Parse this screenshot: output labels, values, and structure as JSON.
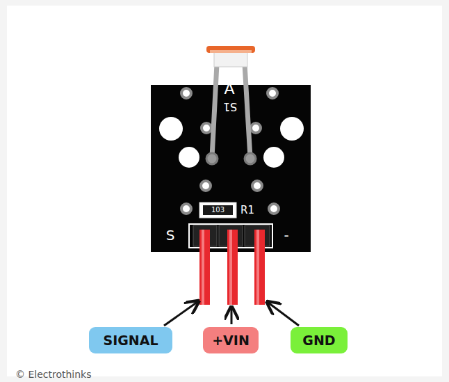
{
  "diagram": {
    "nodes": [
      {
        "text": [
          "SIGNAL"
        ]
      },
      {
        "text": [
          "+VIN"
        ]
      },
      {
        "text": [
          "GND"
        ]
      }
    ],
    "labels": [
      "A",
      "S1",
      "103",
      "R1",
      "S",
      "-",
      "© Electrothinks"
    ]
  }
}
